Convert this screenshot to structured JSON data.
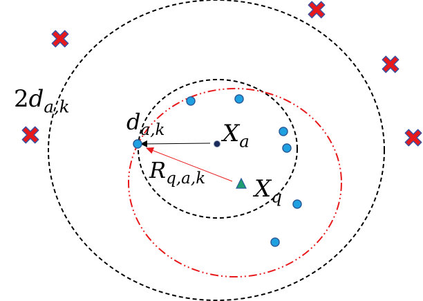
{
  "labels": {
    "outer_radius": {
      "prefix": "2",
      "main": "d",
      "sub": "a,k"
    },
    "inner_radius": {
      "main": "d",
      "sub": "a,k"
    },
    "query_radius": {
      "main": "R",
      "sub": "q,a,k"
    },
    "anchor_point": {
      "main": "X",
      "sub": "a"
    },
    "query_point": {
      "main": "X",
      "sub": "q"
    }
  },
  "marker_kinds": {
    "outlier": "red-x-icon",
    "neighbor": "blue-circle",
    "anchor": "dark-dot",
    "query": "green-triangle"
  },
  "colors": {
    "outer_circle": "#000000",
    "inner_circle": "#000000",
    "query_circle": "#e8191b",
    "arrow_anchor": "#000000",
    "arrow_query": "#e8191b",
    "neighbor_fill": "#1fa0e0",
    "neighbor_stroke": "#2a5b9a",
    "outlier_fill": "#e8191b",
    "outlier_stroke": "#3b4fa0",
    "query_fill": "#1e9e6e",
    "query_stroke": "#2a5b9a",
    "anchor_fill": "#1a2a5a"
  }
}
